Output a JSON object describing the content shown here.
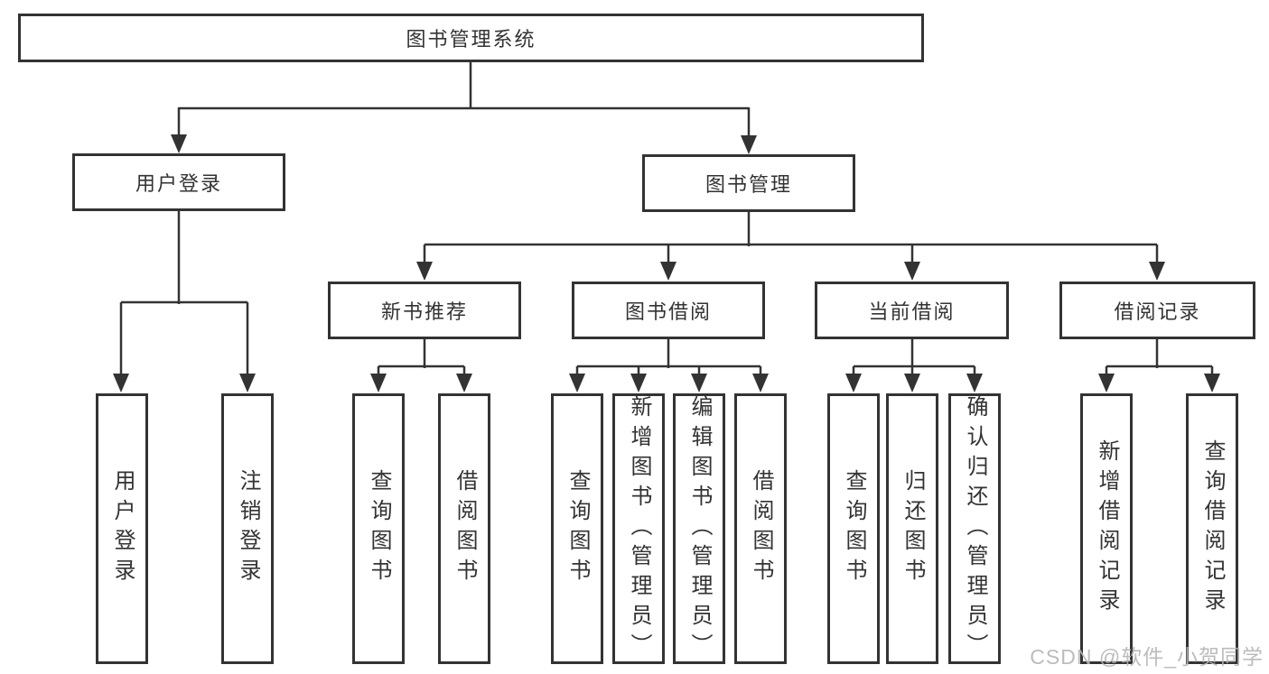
{
  "diagram": {
    "root": {
      "label": "图书管理系统",
      "children": [
        {
          "label": "用户登录",
          "children": [
            {
              "label": "用户登录"
            },
            {
              "label": "注销登录"
            }
          ]
        },
        {
          "label": "图书管理",
          "children": [
            {
              "label": "新书推荐",
              "children": [
                {
                  "label": "查询图书"
                },
                {
                  "label": "借阅图书"
                }
              ]
            },
            {
              "label": "图书借阅",
              "children": [
                {
                  "label": "查询图书"
                },
                {
                  "label": "新增图书（管理员）"
                },
                {
                  "label": "编辑图书（管理员）"
                },
                {
                  "label": "借阅图书"
                }
              ]
            },
            {
              "label": "当前借阅",
              "children": [
                {
                  "label": "查询图书"
                },
                {
                  "label": "归还图书"
                },
                {
                  "label": "确认归还（管理员）"
                }
              ]
            },
            {
              "label": "借阅记录",
              "children": [
                {
                  "label": "新增借阅记录"
                },
                {
                  "label": "查询借阅记录"
                }
              ]
            }
          ]
        }
      ]
    }
  },
  "watermark": {
    "text": "CSDN @软件_小贺同学"
  },
  "colors": {
    "line": "#333333",
    "text": "#333333",
    "watermark": "#b5b5b5",
    "background": "#ffffff"
  }
}
